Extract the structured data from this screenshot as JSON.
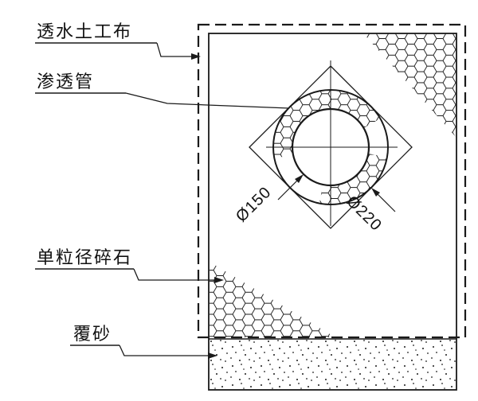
{
  "diagram": {
    "labels": {
      "geotextile": "透水土工布",
      "pipe": "渗透管",
      "gravel": "单粒径碎石",
      "sand": "覆砂"
    },
    "dimensions": {
      "inner_diameter": "Ø150",
      "outer_diameter": "Ø220"
    },
    "colors": {
      "line": "#1a1a1a",
      "background": "#ffffff"
    }
  }
}
